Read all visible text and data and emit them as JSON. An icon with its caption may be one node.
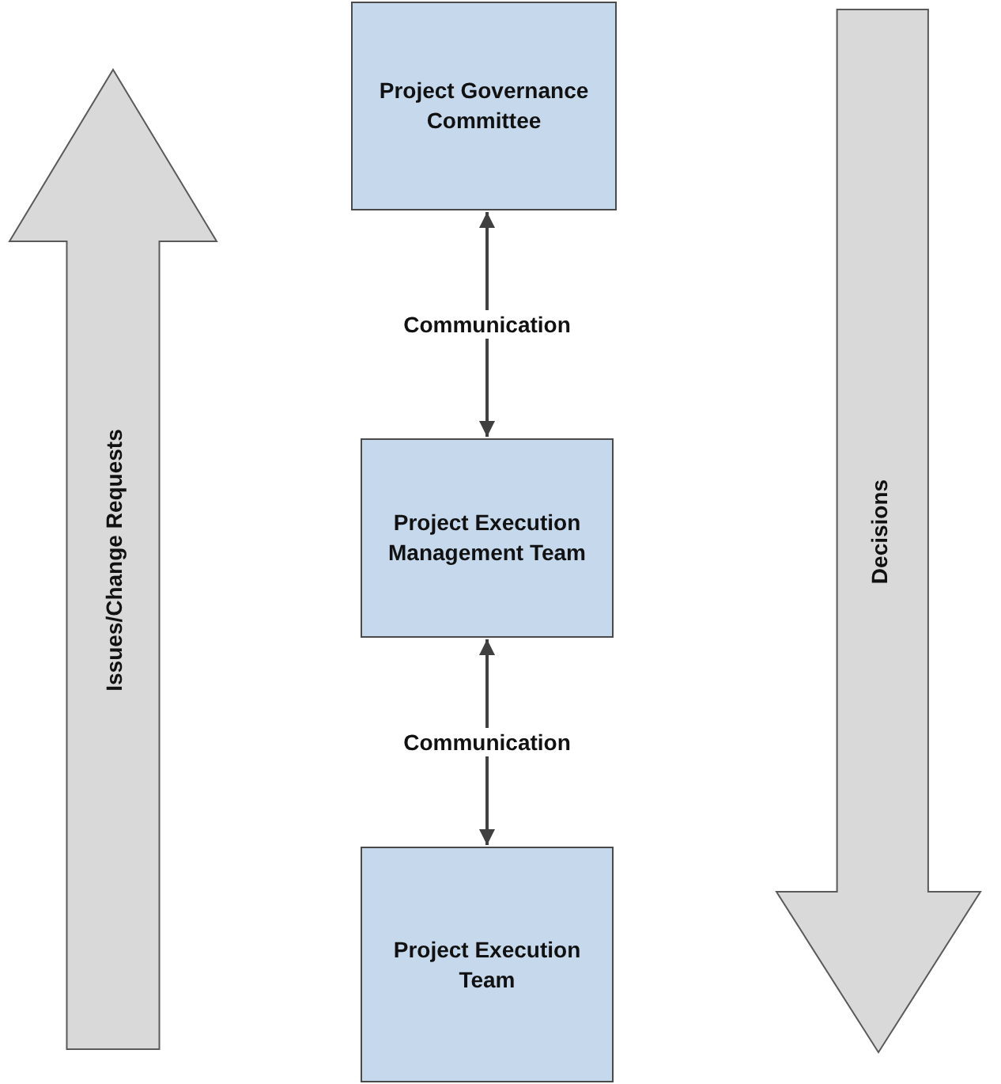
{
  "diagram": {
    "nodes": [
      {
        "text": [
          "Project Governance Committee"
        ]
      },
      {
        "text": [
          "Project Execution Management Team"
        ]
      },
      {
        "text": [
          "Project Execution Team"
        ]
      },
      {
        "text": [
          "Issues/Change Requests"
        ]
      },
      {
        "text": [
          "Decisions"
        ]
      }
    ],
    "edges": [
      {
        "from": 0,
        "to": 1,
        "arrow": "both",
        "label": "Communication"
      },
      {
        "from": 1,
        "to": 2,
        "arrow": "both",
        "label": "Communication"
      }
    ]
  }
}
